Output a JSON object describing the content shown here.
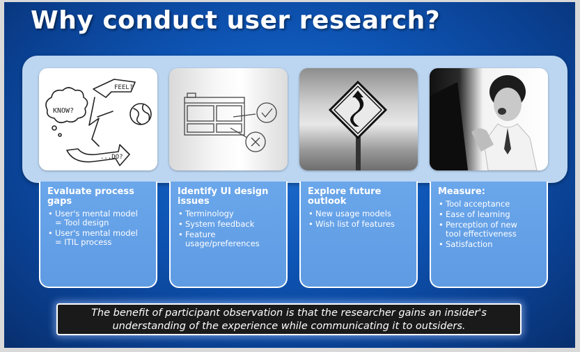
{
  "slide": {
    "title": "Why conduct user research?",
    "quote_line1": "The benefit of participant observation is that the researcher gains an insider's",
    "quote_line2": "understanding of the experience while communicating it to outsiders."
  },
  "cards": [
    {
      "heading_line1": "Evaluate process",
      "heading_line2": "gaps",
      "items": [
        [
          "User's mental model",
          "= Tool design"
        ],
        [
          "User's mental model",
          "= ITIL process"
        ]
      ],
      "image": "sketch-know-feel-do-cycle",
      "sketch_labels": [
        "KNOW?",
        "FEEL?",
        "...DO?"
      ]
    },
    {
      "heading_line1": "Identify UI design",
      "heading_line2": "issues",
      "items": [
        [
          "Terminology"
        ],
        [
          "System feedback"
        ],
        [
          "Feature",
          "usage/preferences"
        ]
      ],
      "image": "wireframe-check-cross-sketch"
    },
    {
      "heading_line1": "Explore future",
      "heading_line2": "outlook",
      "items": [
        [
          "New usage models"
        ],
        [
          "Wish list of features"
        ]
      ],
      "image": "winding-road-sign-photo"
    },
    {
      "heading_line1": "Measure:",
      "heading_line2": "",
      "items": [
        [
          "Tool acceptance"
        ],
        [
          "Ease of learning"
        ],
        [
          "Perception of new",
          "tool effectiveness"
        ],
        [
          "Satisfaction"
        ]
      ],
      "image": "frustrated-man-at-computer-photo"
    }
  ],
  "colors": {
    "background": "#0e55b5",
    "band": "#bcd6f2",
    "card": "#6aa6ea",
    "quote_box": "#1a1a1a"
  }
}
